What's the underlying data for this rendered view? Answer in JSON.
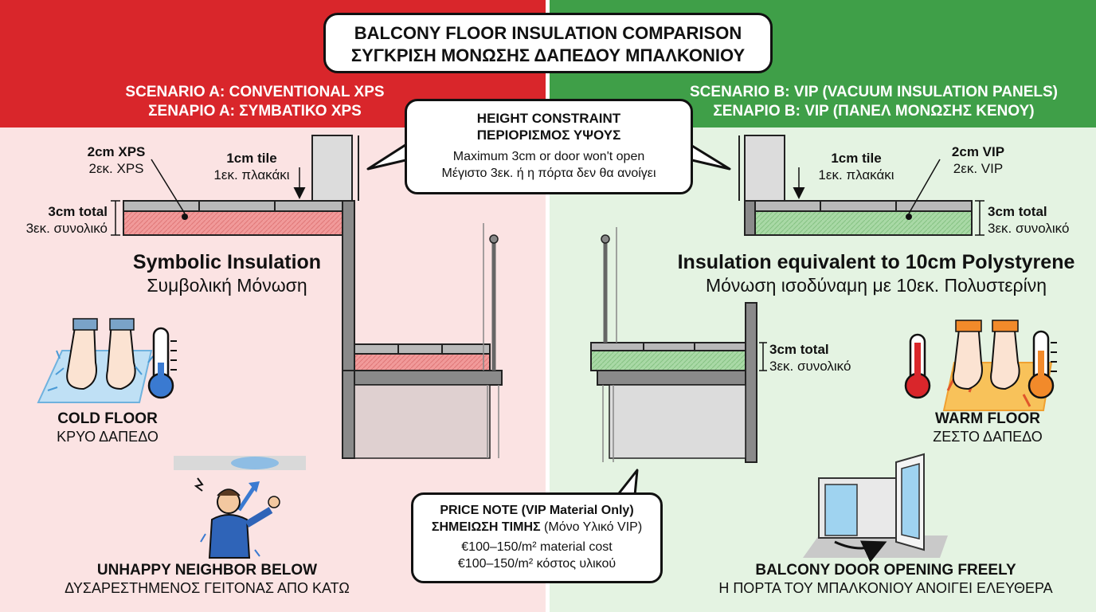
{
  "title": {
    "line1": "BALCONY FLOOR INSULATION COMPARISON",
    "line2": "ΣΥΓΚΡΙΣΗ ΜΟΝΩΣΗΣ ΔΑΠΕΔΟΥ ΜΠΑΛΚΟΝΙΟΥ"
  },
  "colors": {
    "red": "#d9262b",
    "green": "#3f9f48",
    "xps": "#f19a9a",
    "vip": "#a9d9a6"
  },
  "scenarioA": {
    "heading1": "SCENARIO A: CONVENTIONAL XPS",
    "heading2": "ΣΕΝΑΡΙΟ Α: ΣΥΜΒΑΤΙΚΟ XPS",
    "insulation_label": "2cm XPS",
    "insulation_label_gr": "2εκ. XPS",
    "tile_label": "1cm tile",
    "tile_label_gr": "1εκ. πλακάκι",
    "total_label": "3cm total",
    "total_label_gr": "3εκ. συνολικό",
    "result_title": "Symbolic Insulation",
    "result_title_gr": "Συμβολική Μόνωση",
    "floor_caption": "COLD FLOOR",
    "floor_caption_gr": "ΚΡΥΟ ΔΑΠΕΔΟ",
    "neighbor_caption": "UNHAPPY NEIGHBOR BELOW",
    "neighbor_caption_gr": "ΔΥΣΑΡΕΣΤΗΜΕΝΟΣ ΓΕΙΤΟΝΑΣ ΑΠΟ ΚΑΤΩ"
  },
  "scenarioB": {
    "heading1": "SCENARIO B: VIP (VACUUM INSULATION PANELS)",
    "heading2": "ΣΕΝΑΡΙΟ Β: VIP (ΠΑΝΕΛ ΜΟΝΩΣΗΣ ΚΕΝΟΥ)",
    "tile_label": "1cm tile",
    "tile_label_gr": "1εκ. πλακάκι",
    "insulation_label": "2cm VIP",
    "insulation_label_gr": "2εκ. VIP",
    "total_label": "3cm total",
    "total_label_gr": "3εκ. συνολικό",
    "result_title": "Insulation equivalent to 10cm Polystyrene",
    "result_title_gr": "Μόνωση ισοδύναμη με 10εκ. Πολυστερίνη",
    "floor_caption": "WARM FLOOR",
    "floor_caption_gr": "ΖΕΣΤΟ ΔΑΠΕΔΟ",
    "door_caption": "BALCONY DOOR OPENING FREELY",
    "door_caption_gr": "Η ΠΟΡΤΑ ΤΟΥ ΜΠΑΛΚΟΝΙΟΥ ΑΝΟΙΓΕΙ ΕΛΕΥΘΕΡΑ"
  },
  "center": {
    "total_label": "3cm total",
    "total_label_gr": "3εκ. συνολικό"
  },
  "height_note": {
    "heading1": "HEIGHT CONSTRAINT",
    "heading2": "ΠΕΡΙΟΡΙΣΜΟΣ ΥΨΟΥΣ",
    "text1": "Maximum 3cm or door won't open",
    "text2": "Μέγιστο 3εκ. ή η πόρτα δεν θα ανοίγει"
  },
  "price_note": {
    "heading1": "PRICE NOTE (VIP Material Only)",
    "heading2_bold": "ΣΗΜΕΙΩΣΗ ΤΙΜΗΣ",
    "heading2_rest": " (Μόνο Υλικό VIP)",
    "text1": "€100–150/m² material cost",
    "text2": "€100–150/m² κόστος υλικού"
  },
  "icons": {
    "cold_feet": "cold-feet-icon",
    "cold_thermometer": "cold-thermometer-icon",
    "warm_feet": "warm-feet-icon",
    "hot_thermometer": "hot-thermometer-icon",
    "neighbor": "angry-neighbor-icon",
    "door": "open-door-icon"
  }
}
